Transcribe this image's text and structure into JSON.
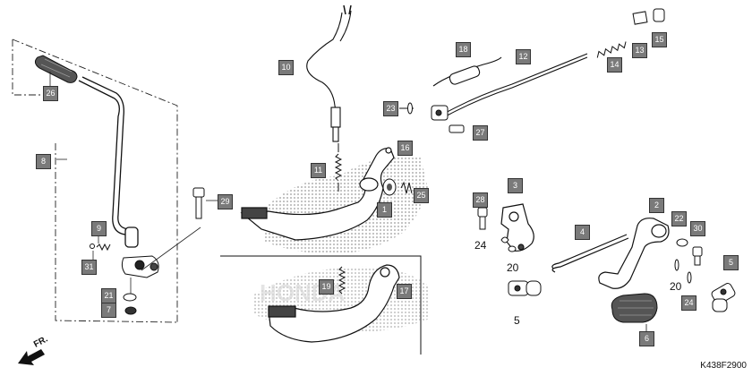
{
  "diagram": {
    "code": "K438F2900",
    "front_label": "FR."
  },
  "callouts": {
    "c1": "1",
    "c2": "2",
    "c3": "3",
    "c4": "4",
    "c5b": "5",
    "c6": "6",
    "c7": "7",
    "c8": "8",
    "c9": "9",
    "c10": "10",
    "c11": "11",
    "c12": "12",
    "c13": "13",
    "c14": "14",
    "c15": "15",
    "c16": "16",
    "c17": "17",
    "c18": "18",
    "c19": "19",
    "c21": "21",
    "c22": "22",
    "c23": "23",
    "c24b": "24",
    "c25": "25",
    "c26": "26",
    "c27": "27",
    "c28": "28",
    "c29": "29",
    "c30": "30",
    "c31": "31"
  },
  "plain_labels": {
    "p24": "24",
    "p20a": "20",
    "p5": "5",
    "p20b": "20"
  },
  "colors": {
    "callout_fill": "#7a7a7a",
    "line": "#222222",
    "shade": "#c8c8c8"
  }
}
